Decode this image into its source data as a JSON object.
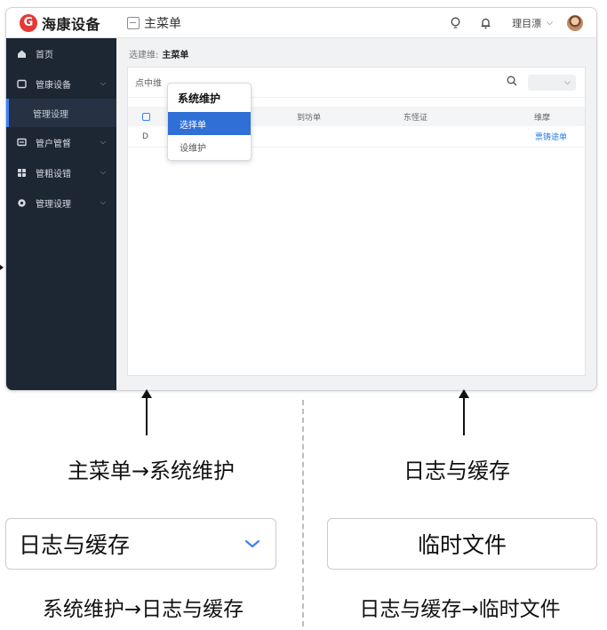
{
  "header": {
    "logo_mark": "G",
    "app_name": "海康设备",
    "main_menu": "主菜单",
    "user_name": "理目漂",
    "icons": [
      "bulb-icon",
      "bell-icon",
      "chevron-down-icon",
      "avatar"
    ]
  },
  "sidebar": {
    "items": [
      {
        "label": "首页",
        "icon": "home-icon"
      },
      {
        "label": "管康设备",
        "icon": "device-icon"
      },
      {
        "label": "管理设理",
        "icon": ""
      },
      {
        "label": "管户管督",
        "icon": "monitor-icon"
      },
      {
        "label": "管粗设错",
        "icon": "grid-icon"
      },
      {
        "label": "管理设理",
        "icon": "gear-icon"
      }
    ]
  },
  "content": {
    "breadcrumb_prefix": "选建维:",
    "breadcrumb_current": "主菜单",
    "toolbar_text": "点中维",
    "table": {
      "headers": [
        "",
        "到坊单",
        "东怪证",
        "维摩"
      ],
      "rows": [
        {
          "id": "D",
          "action": "票铸途单"
        }
      ]
    }
  },
  "dropdown": {
    "title": "系统维护",
    "items": [
      {
        "label": "选择单",
        "active": true
      },
      {
        "label": "设维护",
        "active": false
      }
    ]
  },
  "annotations": {
    "left_caption": "主菜单→系统维护",
    "right_caption": "日志与缓存",
    "left_box": "日志与缓存",
    "right_box": "临时文件",
    "left_bottom_caption": "系统维护→日志与缓存",
    "right_bottom_caption": "日志与缓存→临时文件"
  },
  "colors": {
    "sidebar_bg": "#1d2633",
    "accent": "#2f6fd6",
    "logo_red": "#e53935",
    "link_blue": "#2f7de1"
  }
}
